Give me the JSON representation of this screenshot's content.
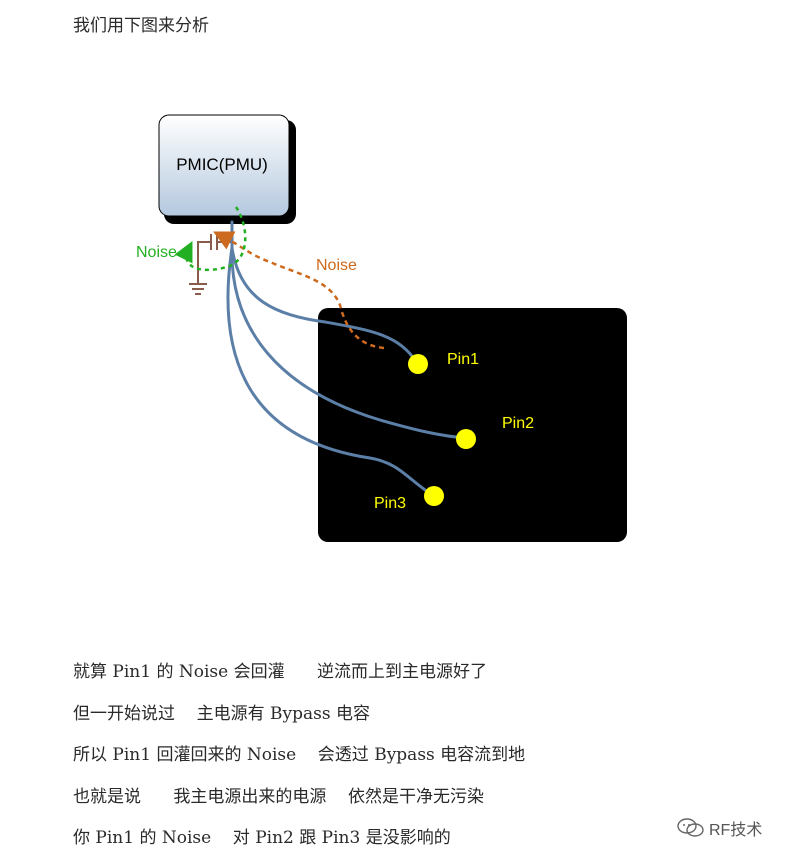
{
  "intro": "我们用下图来分析",
  "diagram": {
    "pmic_label": "PMIC(PMU)",
    "noise_left": "Noise",
    "noise_right": "Noise",
    "pins": [
      "Pin1",
      "Pin2",
      "Pin3"
    ],
    "colors": {
      "chip_bg": "#000000",
      "pin": "#ffff00",
      "wire": "#5b7fa6",
      "noise_orange": "#cc6a1f",
      "noise_green": "#22b022"
    }
  },
  "paragraphs": [
    "就算 Pin1 的 Noise 会回灌      逆流而上到主电源好了",
    "但一开始说过    主电源有 Bypass 电容",
    "所以 Pin1 回灌回来的 Noise    会透过 Bypass 电容流到地",
    "也就是说      我主电源出来的电源    依然是干净无污染",
    "你 Pin1 的 Noise    对 Pin2 跟 Pin3 是没影响的"
  ],
  "watermark": {
    "text": "RF技术",
    "icon": "wechat-icon"
  }
}
